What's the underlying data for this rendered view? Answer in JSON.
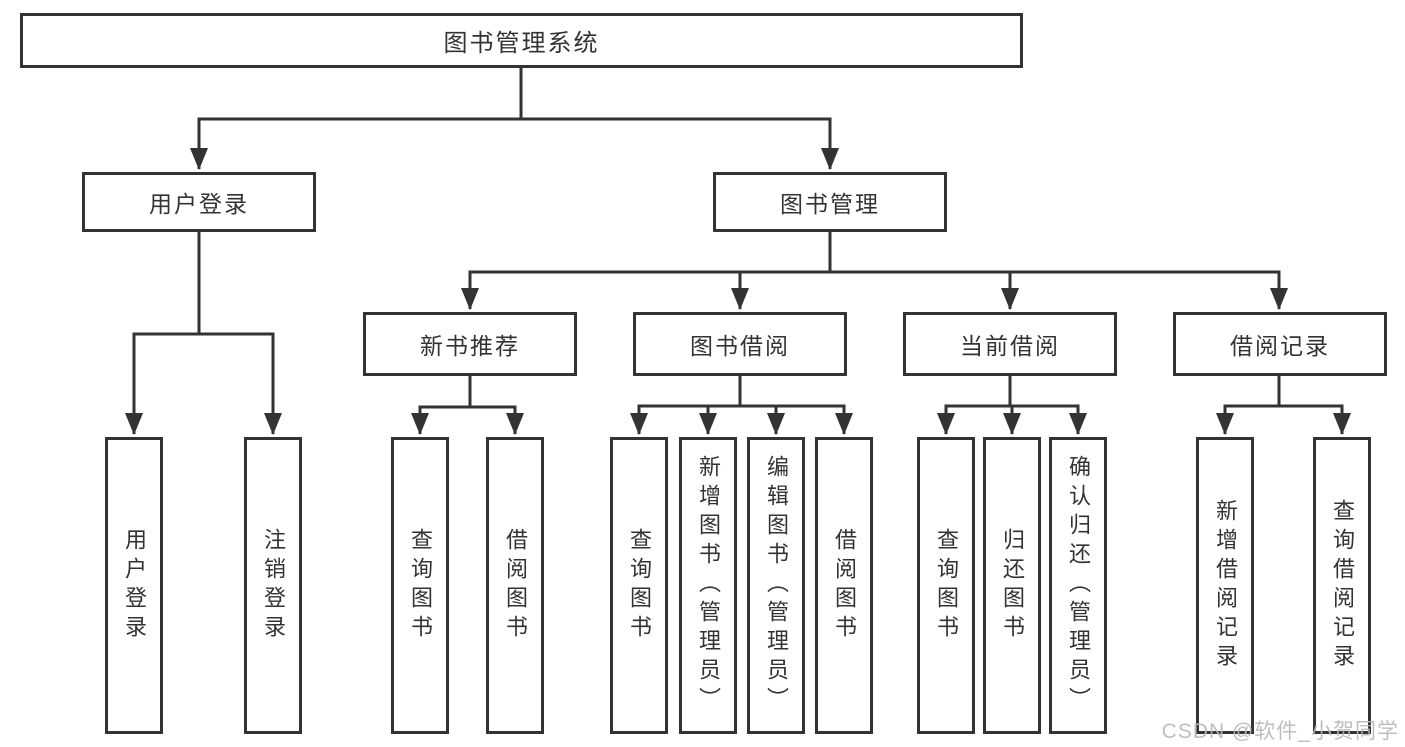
{
  "colors": {
    "line": "#333333",
    "text": "#333333",
    "watermark_text": "#b9b9b9",
    "background": "#ffffff"
  },
  "watermark": {
    "text": "CSDN @软件_小贺同学"
  },
  "tree": {
    "root": {
      "label": "图书管理系统"
    },
    "branches": [
      {
        "label": "用户登录",
        "children": [
          {
            "label": "用户登录"
          },
          {
            "label": "注销登录"
          }
        ]
      },
      {
        "label": "图书管理",
        "children": [
          {
            "label": "新书推荐",
            "children": [
              {
                "label": "查询图书"
              },
              {
                "label": "借阅图书"
              }
            ]
          },
          {
            "label": "图书借阅",
            "children": [
              {
                "label": "查询图书"
              },
              {
                "label": "新增图书（管理员）"
              },
              {
                "label": "编辑图书（管理员）"
              },
              {
                "label": "借阅图书"
              }
            ]
          },
          {
            "label": "当前借阅",
            "children": [
              {
                "label": "查询图书"
              },
              {
                "label": "归还图书"
              },
              {
                "label": "确认归还（管理员）"
              }
            ]
          },
          {
            "label": "借阅记录",
            "children": [
              {
                "label": "新增借阅记录"
              },
              {
                "label": "查询借阅记录"
              }
            ]
          }
        ]
      }
    ]
  }
}
